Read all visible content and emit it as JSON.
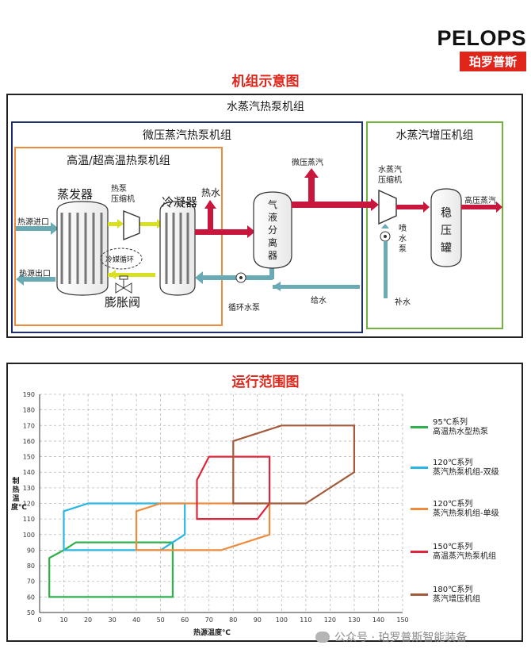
{
  "brand": {
    "name": "PELOPS",
    "subname": "珀罗普斯"
  },
  "schematic": {
    "title": "机组示意图",
    "outer_title": "水蒸汽热泵机组",
    "low_pressure_title": "微压蒸汽热泵机组",
    "booster_title": "水蒸汽增压机组",
    "heat_pump_title": "高温/超高温热泵机组",
    "labels": {
      "evaporator": "蒸发器",
      "compressor": "热泵\n压缩机",
      "condenser": "冷凝器",
      "hot_water": "热水",
      "source_in": "热源进口",
      "source_out": "热源出口",
      "refrigerant_loop": "冷媒循环",
      "expansion_valve": "膨胀阀",
      "separator": "气\n液\n分\n离\n器",
      "low_pressure_steam": "微压蒸汽",
      "circ_pump": "循环水泵",
      "feed_water": "给水",
      "steam_compressor": "水蒸汽\n压缩机",
      "spray_pump": "喷\n水\n泵",
      "makeup_water": "补水",
      "stabilizer": "稳\n压\n罐",
      "hp_steam": "高压蒸汽"
    },
    "colors": {
      "hot": "#c8163c",
      "cold": "#6aaab4",
      "refrigerant": "#d9e021",
      "heatpump_border": "#f08a3c",
      "lp_border": "#1f2f6b",
      "booster_border": "#72b23a"
    }
  },
  "chart_data": {
    "type": "area",
    "title": "运行范围图",
    "xlabel": "热源温度℃",
    "ylabel": "制热温度℃",
    "xlim": [
      0,
      150
    ],
    "ylim": [
      50,
      190
    ],
    "xticks": [
      0,
      10,
      20,
      30,
      40,
      50,
      60,
      70,
      80,
      90,
      100,
      110,
      120,
      130,
      140,
      150
    ],
    "yticks": [
      50,
      60,
      70,
      80,
      90,
      100,
      110,
      120,
      130,
      140,
      150,
      160,
      170,
      180,
      190
    ],
    "grid": "dashed",
    "legend_position": "right",
    "series": [
      {
        "name": "95℃系列\n高温热水型热泵",
        "color": "#2db14a",
        "points": [
          [
            4,
            60
          ],
          [
            55,
            60
          ],
          [
            55,
            95
          ],
          [
            15,
            95
          ],
          [
            10,
            90
          ],
          [
            4,
            85
          ]
        ]
      },
      {
        "name": "120℃系列\n蒸汽热泵机组-双级",
        "color": "#29b6e3",
        "points": [
          [
            10,
            90
          ],
          [
            50,
            90
          ],
          [
            55,
            95
          ],
          [
            60,
            100
          ],
          [
            60,
            120
          ],
          [
            20,
            120
          ],
          [
            10,
            115
          ]
        ]
      },
      {
        "name": "120℃系列\n蒸汽热泵机组-单级",
        "color": "#f08a3c",
        "points": [
          [
            40,
            90
          ],
          [
            75,
            90
          ],
          [
            95,
            100
          ],
          [
            95,
            120
          ],
          [
            50,
            120
          ],
          [
            40,
            115
          ]
        ]
      },
      {
        "name": "150℃系列\n高温蒸汽热泵机组",
        "color": "#e0253b",
        "points": [
          [
            65,
            110
          ],
          [
            90,
            110
          ],
          [
            95,
            120
          ],
          [
            95,
            150
          ],
          [
            70,
            150
          ],
          [
            65,
            135
          ]
        ]
      },
      {
        "name": "180℃系列\n蒸汽增压机组",
        "color": "#a35a38",
        "points": [
          [
            80,
            120
          ],
          [
            110,
            120
          ],
          [
            130,
            140
          ],
          [
            130,
            170
          ],
          [
            100,
            170
          ],
          [
            80,
            160
          ]
        ]
      }
    ]
  },
  "watermark": "公众号 · 珀罗普斯智能装备"
}
